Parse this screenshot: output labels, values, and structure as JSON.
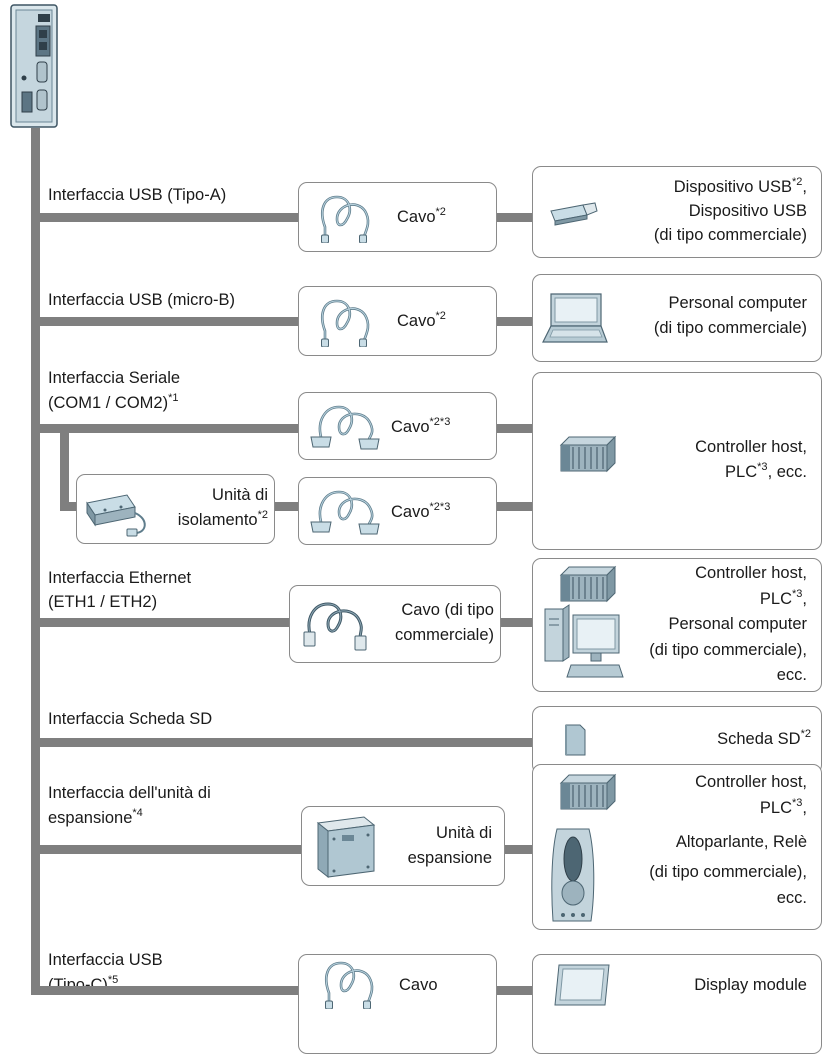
{
  "interfaces": {
    "usb_a": "Interfaccia USB (Tipo-A)",
    "usb_micro": "Interfaccia USB (micro-B)",
    "serial_l1": "Interfaccia Seriale",
    "serial_l2": "(COM1 / COM2)",
    "serial_sup": "*1",
    "eth_l1": "Interfaccia Ethernet",
    "eth_l2": "(ETH1 / ETH2)",
    "sd": "Interfaccia Scheda SD",
    "exp_l1": "Interfaccia dell'unità di",
    "exp_l2": "espansione",
    "exp_sup": "*4",
    "usbc_l1": "Interfaccia USB",
    "usbc_l2": "(Tipo-C)",
    "usbc_sup": "*5"
  },
  "cables": {
    "usb_a": {
      "text": "Cavo",
      "sup": "*2"
    },
    "usb_micro": {
      "text": "Cavo",
      "sup": "*2"
    },
    "serial1": {
      "text": "Cavo",
      "sup": "*2*3"
    },
    "serial2": {
      "text": "Cavo",
      "sup": "*2*3"
    },
    "isolation_l1": "Unità di",
    "isolation_l2": "isolamento",
    "isolation_sup": "*2",
    "eth_l1": "Cavo (di tipo",
    "eth_l2": "commerciale)",
    "exp_l1": "Unità di",
    "exp_l2": "espansione",
    "usbc": "Cavo"
  },
  "devices": {
    "usb_a_l1": "Dispositivo USB",
    "usb_a_l1_sup": "*2",
    "usb_a_l1_tail": ",",
    "usb_a_l2": "Dispositivo USB",
    "usb_a_l3": "(di tipo commerciale)",
    "pc_l1": "Personal computer",
    "pc_l2": "(di tipo commerciale)",
    "serial_l1": "Controller host,",
    "serial_l2": "PLC",
    "serial_l2_sup": "*3",
    "serial_l2_tail": ", ecc.",
    "eth_l1": "Controller host,",
    "eth_l2": "PLC",
    "eth_l2_sup": "*3",
    "eth_l2_tail": ",",
    "eth_l3": "Personal computer",
    "eth_l4": "(di tipo commerciale),",
    "eth_l5": "ecc.",
    "sd_l1": "Scheda SD",
    "sd_l1_sup": "*2",
    "exp_l1": "Controller host,",
    "exp_l2": "PLC",
    "exp_l2_sup": "*3",
    "exp_l2_tail": ",",
    "exp_l3": "Altoparlante, Relè",
    "exp_l4": "(di tipo commerciale),",
    "exp_l5": "ecc.",
    "usbc_l1": "Display module"
  }
}
